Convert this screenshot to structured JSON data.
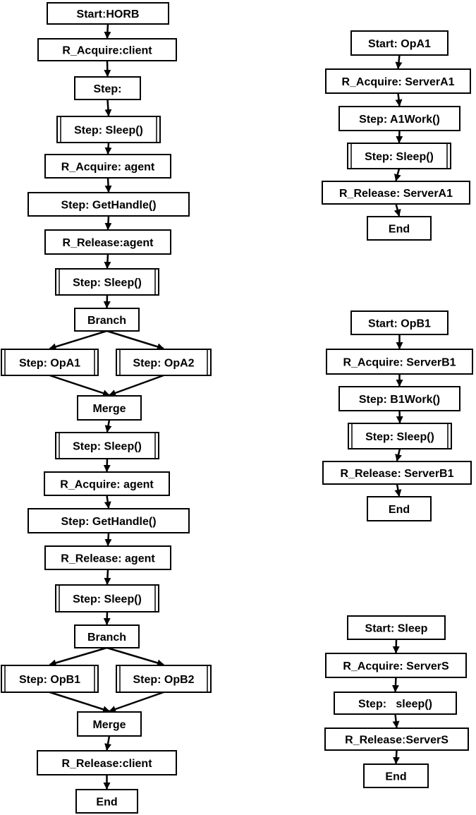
{
  "flows": [
    {
      "id": "main",
      "nodes": [
        {
          "id": "m1",
          "label": "StartːHORB",
          "kind": "plain"
        },
        {
          "id": "m2",
          "label": "R_Acquire:client",
          "kind": "plain"
        },
        {
          "id": "m3",
          "label": "Step:",
          "kind": "plain"
        },
        {
          "id": "m4",
          "label": "Step: Sleep()",
          "kind": "sub"
        },
        {
          "id": "m5",
          "label": "R_Acquire: agent",
          "kind": "plain"
        },
        {
          "id": "m6",
          "label": "Step: GetHandle()",
          "kind": "plain"
        },
        {
          "id": "m7",
          "label": "R_Release:agent",
          "kind": "plain"
        },
        {
          "id": "m8",
          "label": "Step: Sleep()",
          "kind": "sub"
        },
        {
          "id": "m9",
          "label": "Branch",
          "kind": "plain"
        },
        {
          "id": "m10",
          "label": "Step: OpA1",
          "kind": "sub"
        },
        {
          "id": "m11",
          "label": "Step: OpA2",
          "kind": "sub"
        },
        {
          "id": "m12",
          "label": "Merge",
          "kind": "plain"
        },
        {
          "id": "m13",
          "label": "Step: Sleep()",
          "kind": "sub"
        },
        {
          "id": "m14",
          "label": "R_Acquire: agent",
          "kind": "plain"
        },
        {
          "id": "m15",
          "label": "Step: GetHandle()",
          "kind": "plain"
        },
        {
          "id": "m16",
          "label": "R_Release: agent",
          "kind": "plain"
        },
        {
          "id": "m17",
          "label": "Step: Sleep()",
          "kind": "sub"
        },
        {
          "id": "m18",
          "label": "Branch",
          "kind": "plain"
        },
        {
          "id": "m19",
          "label": "Step: OpB1",
          "kind": "sub"
        },
        {
          "id": "m20",
          "label": "Step: OpB2",
          "kind": "sub"
        },
        {
          "id": "m21",
          "label": "Merge",
          "kind": "plain"
        },
        {
          "id": "m22",
          "label": "R_Release:client",
          "kind": "plain"
        },
        {
          "id": "m23",
          "label": "End",
          "kind": "plain"
        }
      ],
      "edges": [
        [
          "m1",
          "m2"
        ],
        [
          "m2",
          "m3"
        ],
        [
          "m3",
          "m4"
        ],
        [
          "m4",
          "m5"
        ],
        [
          "m5",
          "m6"
        ],
        [
          "m6",
          "m7"
        ],
        [
          "m7",
          "m8"
        ],
        [
          "m8",
          "m9"
        ],
        [
          "m9",
          "m10"
        ],
        [
          "m9",
          "m11"
        ],
        [
          "m10",
          "m12"
        ],
        [
          "m11",
          "m12"
        ],
        [
          "m12",
          "m13"
        ],
        [
          "m13",
          "m14"
        ],
        [
          "m14",
          "m15"
        ],
        [
          "m15",
          "m16"
        ],
        [
          "m16",
          "m17"
        ],
        [
          "m17",
          "m18"
        ],
        [
          "m18",
          "m19"
        ],
        [
          "m18",
          "m20"
        ],
        [
          "m19",
          "m21"
        ],
        [
          "m20",
          "m21"
        ],
        [
          "m21",
          "m22"
        ],
        [
          "m22",
          "m23"
        ]
      ]
    },
    {
      "id": "opa1",
      "nodes": [
        {
          "id": "a1",
          "label": "Start: OpA1",
          "kind": "plain"
        },
        {
          "id": "a2",
          "label": "R_Acquire: ServerA1",
          "kind": "plain"
        },
        {
          "id": "a3",
          "label": "Step: A1Work()",
          "kind": "plain"
        },
        {
          "id": "a4",
          "label": "Step: Sleep()",
          "kind": "sub"
        },
        {
          "id": "a5",
          "label": "R_Release: ServerA1",
          "kind": "plain"
        },
        {
          "id": "a6",
          "label": "End",
          "kind": "plain"
        }
      ],
      "edges": [
        [
          "a1",
          "a2"
        ],
        [
          "a2",
          "a3"
        ],
        [
          "a3",
          "a4"
        ],
        [
          "a4",
          "a5"
        ],
        [
          "a5",
          "a6"
        ]
      ]
    },
    {
      "id": "opb1",
      "nodes": [
        {
          "id": "b1",
          "label": "Start: OpB1",
          "kind": "plain"
        },
        {
          "id": "b2",
          "label": "R_Acquire: ServerB1",
          "kind": "plain"
        },
        {
          "id": "b3",
          "label": "Step: B1Work()",
          "kind": "plain"
        },
        {
          "id": "b4",
          "label": "Step: Sleep()",
          "kind": "sub"
        },
        {
          "id": "b5",
          "label": "R_Release: ServerB1",
          "kind": "plain"
        },
        {
          "id": "b6",
          "label": "End",
          "kind": "plain"
        }
      ],
      "edges": [
        [
          "b1",
          "b2"
        ],
        [
          "b2",
          "b3"
        ],
        [
          "b3",
          "b4"
        ],
        [
          "b4",
          "b5"
        ],
        [
          "b5",
          "b6"
        ]
      ]
    },
    {
      "id": "sleep",
      "nodes": [
        {
          "id": "s1",
          "label": "Start: Sleep",
          "kind": "plain"
        },
        {
          "id": "s2",
          "label": "R_Acquire: ServerS",
          "kind": "plain"
        },
        {
          "id": "s3",
          "label": "Step:   sleep()",
          "kind": "plain"
        },
        {
          "id": "s4",
          "label": "R_ReleaseːServerS",
          "kind": "plain"
        },
        {
          "id": "s5",
          "label": "End",
          "kind": "plain"
        }
      ],
      "edges": [
        [
          "s1",
          "s2"
        ],
        [
          "s2",
          "s3"
        ],
        [
          "s3",
          "s4"
        ],
        [
          "s4",
          "s5"
        ]
      ]
    }
  ]
}
